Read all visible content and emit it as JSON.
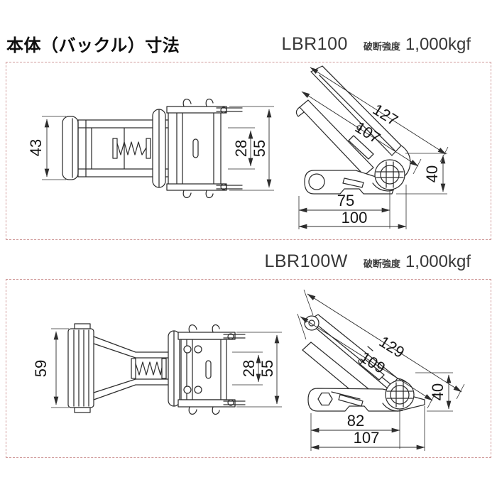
{
  "page": {
    "title": "本体（バックル）寸法"
  },
  "colors": {
    "box_border": "#d09a9a",
    "line": "#2d2d2d"
  },
  "sections": [
    {
      "model": "LBR100",
      "strength_label": "破断強度",
      "strength_value": "1,000kgf",
      "dims": {
        "width_overall": "43",
        "width_inner": "28",
        "width_outer": "55",
        "handle_outer": "127",
        "handle_inner": "107",
        "height": "40",
        "base_inner": "75",
        "base_overall": "100"
      }
    },
    {
      "model": "LBR100W",
      "strength_label": "破断強度",
      "strength_value": "1,000kgf",
      "dims": {
        "width_overall": "59",
        "width_inner": "28",
        "width_outer": "55",
        "handle_outer": "129",
        "handle_inner": "109",
        "height": "40",
        "base_inner": "82",
        "base_overall": "107"
      }
    }
  ]
}
